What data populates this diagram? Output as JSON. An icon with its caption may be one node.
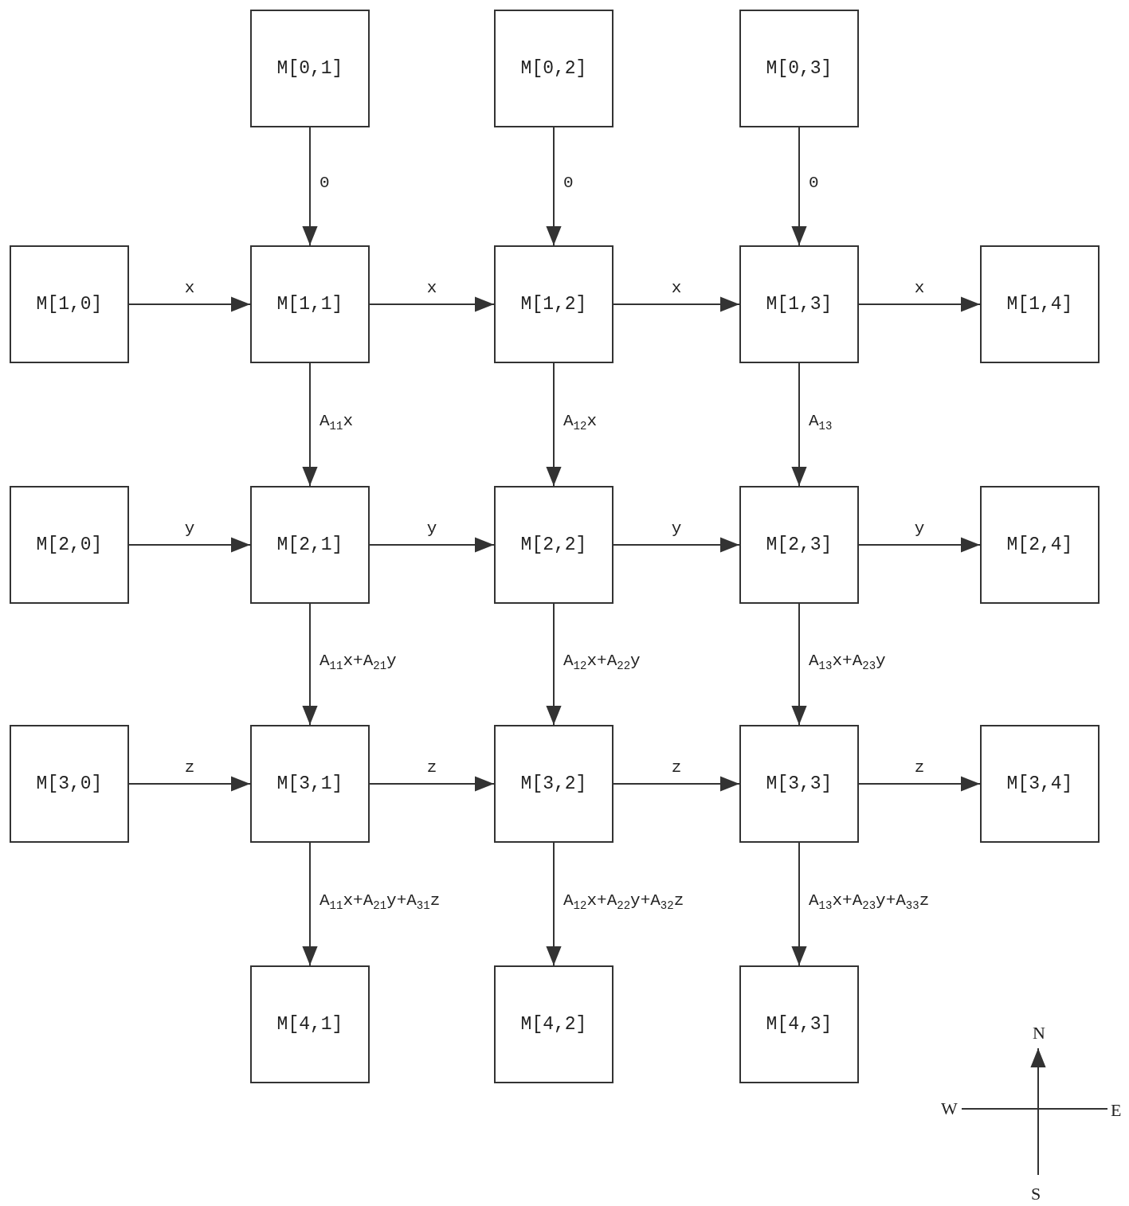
{
  "diagram": {
    "nodes": [
      {
        "text": [
          "M[0,1]"
        ]
      },
      {
        "text": [
          "M[0,2]"
        ]
      },
      {
        "text": [
          "M[0,3]"
        ]
      },
      {
        "text": [
          "M[1,0]"
        ]
      },
      {
        "text": [
          "M[1,1]"
        ]
      },
      {
        "text": [
          "M[1,2]"
        ]
      },
      {
        "text": [
          "M[1,3]"
        ]
      },
      {
        "text": [
          "M[1,4]"
        ]
      },
      {
        "text": [
          "M[2,0]"
        ]
      },
      {
        "text": [
          "M[2,1]"
        ]
      },
      {
        "text": [
          "M[2,2]"
        ]
      },
      {
        "text": [
          "M[2,3]"
        ]
      },
      {
        "text": [
          "M[2,4]"
        ]
      },
      {
        "text": [
          "M[3,0]"
        ]
      },
      {
        "text": [
          "M[3,1]"
        ]
      },
      {
        "text": [
          "M[3,2]"
        ]
      },
      {
        "text": [
          "M[3,3]"
        ]
      },
      {
        "text": [
          "M[3,4]"
        ]
      },
      {
        "text": [
          "M[4,1]"
        ]
      },
      {
        "text": [
          "M[4,2]"
        ]
      },
      {
        "text": [
          "M[4,3]"
        ]
      }
    ],
    "edges": [
      {
        "from": 0,
        "to": 4,
        "arrow": "to",
        "label": "0"
      },
      {
        "from": 1,
        "to": 5,
        "arrow": "to",
        "label": "0"
      },
      {
        "from": 2,
        "to": 6,
        "arrow": "to",
        "label": "0"
      },
      {
        "from": 3,
        "to": 4,
        "arrow": "to",
        "label": "x"
      },
      {
        "from": 4,
        "to": 5,
        "arrow": "to",
        "label": "x"
      },
      {
        "from": 5,
        "to": 6,
        "arrow": "to",
        "label": "x"
      },
      {
        "from": 6,
        "to": 7,
        "arrow": "to",
        "label": "x"
      },
      {
        "from": 4,
        "to": 9,
        "arrow": "to",
        "label": "A$_{11}$x"
      },
      {
        "from": 5,
        "to": 10,
        "arrow": "to",
        "label": "A$_{12}$x"
      },
      {
        "from": 6,
        "to": 11,
        "arrow": "to",
        "label": "A$_{13}$"
      },
      {
        "from": 8,
        "to": 9,
        "arrow": "to",
        "label": "y"
      },
      {
        "from": 9,
        "to": 10,
        "arrow": "to",
        "label": "y"
      },
      {
        "from": 10,
        "to": 11,
        "arrow": "to",
        "label": "y"
      },
      {
        "from": 11,
        "to": 12,
        "arrow": "to",
        "label": "y"
      },
      {
        "from": 9,
        "to": 14,
        "arrow": "to",
        "label": "A$_{11}$x+A$_{21}$y"
      },
      {
        "from": 10,
        "to": 15,
        "arrow": "to",
        "label": "A$_{12}$x+A$_{22}$y"
      },
      {
        "from": 11,
        "to": 16,
        "arrow": "to",
        "label": "A$_{13}$x+A$_{23}$y"
      },
      {
        "from": 13,
        "to": 14,
        "arrow": "to",
        "label": "z"
      },
      {
        "from": 14,
        "to": 15,
        "arrow": "to",
        "label": "z"
      },
      {
        "from": 15,
        "to": 16,
        "arrow": "to",
        "label": "z"
      },
      {
        "from": 16,
        "to": 17,
        "arrow": "to",
        "label": "z"
      },
      {
        "from": 14,
        "to": 18,
        "arrow": "to",
        "label": "A$_{11}$x+A$_{21}$y+A$_{31}$z"
      },
      {
        "from": 15,
        "to": 19,
        "arrow": "to",
        "label": "A$_{12}$x+A$_{22}$y+A$_{32}$z"
      },
      {
        "from": 16,
        "to": 20,
        "arrow": "to",
        "label": "A$_{13}$x+A$_{23}$y+A$_{33}$z"
      }
    ],
    "labels": [
      "N",
      "W",
      "E",
      "S"
    ]
  }
}
